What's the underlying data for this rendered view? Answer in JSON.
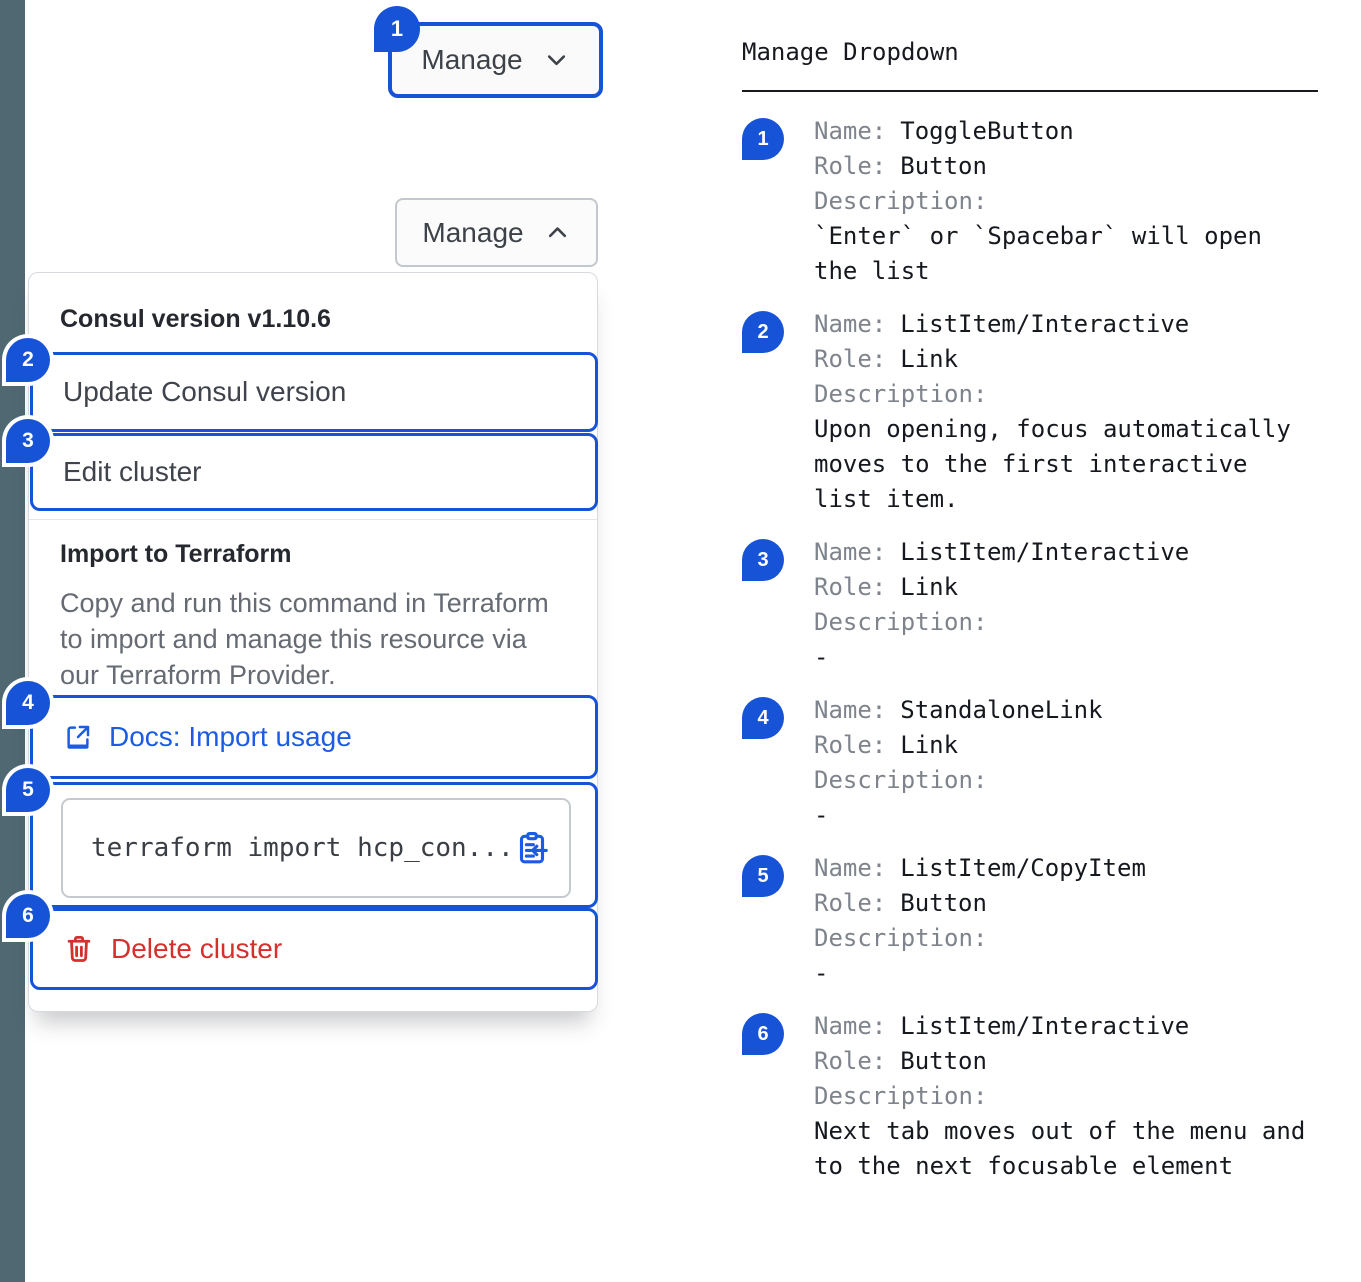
{
  "colors": {
    "annotation_blue": "#1753d6",
    "link_blue": "#1c5ce5",
    "danger_red": "#d5302e",
    "sidebar_gray": "#4f6872"
  },
  "toggle": {
    "closed_label": "Manage",
    "open_label": "Manage"
  },
  "dropdown": {
    "version_label": "Consul version v1.10.6",
    "items": [
      {
        "label": "Update Consul version"
      },
      {
        "label": "Edit cluster"
      }
    ],
    "import_section": {
      "title": "Import to Terraform",
      "description": "Copy and run this command in Terraform to import and manage this resource via our Terraform Provider.",
      "link_label": "Docs: Import usage",
      "code": "terraform import hcp_con...",
      "delete_label": "Delete cluster"
    }
  },
  "badges": {
    "b1": "1",
    "b2": "2",
    "b3": "3",
    "b4": "4",
    "b5": "5",
    "b6": "6"
  },
  "icons": {
    "chevron_down": "chevron-down",
    "chevron_up": "chevron-up",
    "external_link": "docs-link",
    "clipboard_copy": "clipboard-copy",
    "trash": "trash"
  },
  "annotations": {
    "title": "Manage Dropdown",
    "labels": {
      "name": "Name:",
      "role": "Role:",
      "description": "Description:"
    },
    "items": [
      {
        "num": "1",
        "name": "ToggleButton",
        "role": "Button",
        "description": "`Enter` or `Spacebar` will open the list"
      },
      {
        "num": "2",
        "name": "ListItem/Interactive",
        "role": "Link",
        "description": "Upon opening, focus automatically moves to the first interactive list item."
      },
      {
        "num": "3",
        "name": "ListItem/Interactive",
        "role": "Link",
        "description": "-"
      },
      {
        "num": "4",
        "name": "StandaloneLink",
        "role": "Link",
        "description": "-"
      },
      {
        "num": "5",
        "name": "ListItem/CopyItem",
        "role": "Button",
        "description": "-"
      },
      {
        "num": "6",
        "name": "ListItem/Interactive",
        "role": "Button",
        "description": "Next tab moves out of the menu and to the next focusable element"
      }
    ]
  }
}
